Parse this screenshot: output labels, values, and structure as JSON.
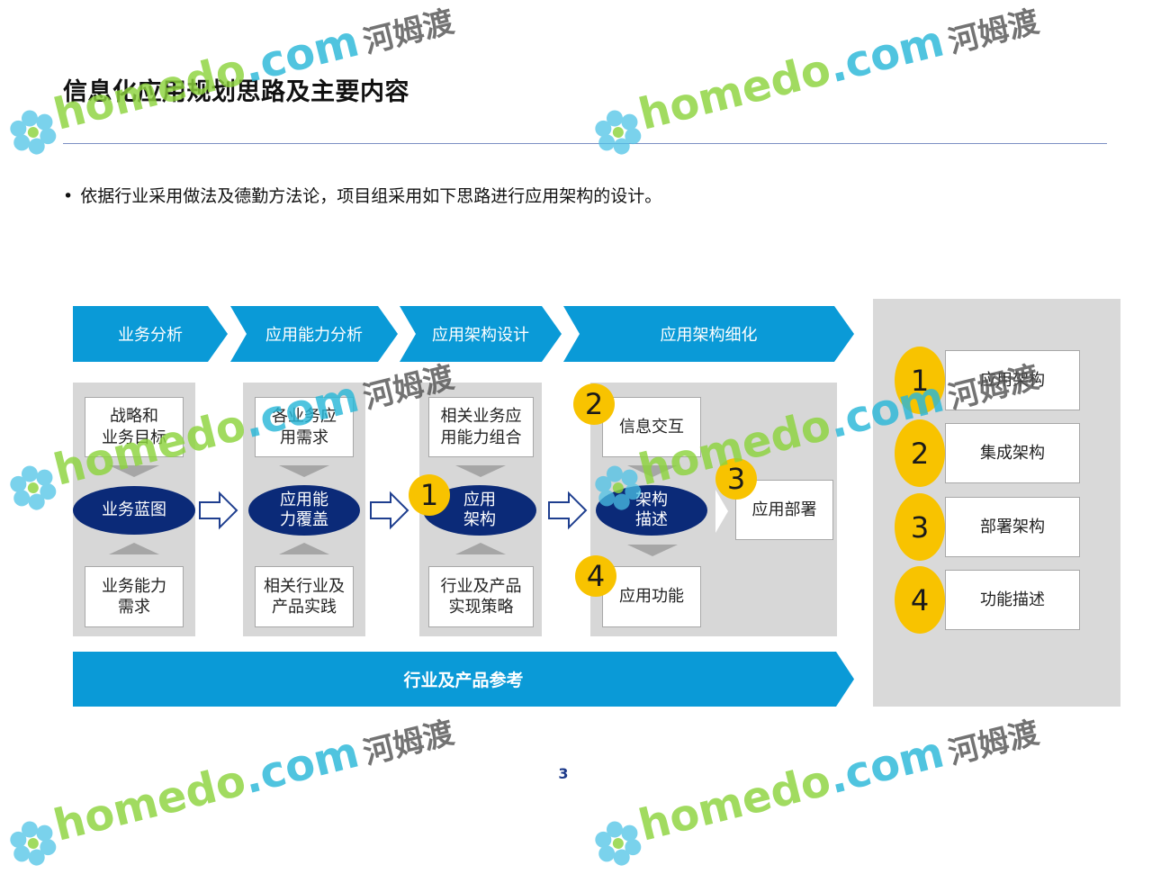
{
  "title": "信息化应用规划思路及主要内容",
  "bullet": {
    "dot": "•",
    "text": "依据行业采用做法及德勤方法论，项目组采用如下思路进行应用架构的设计。"
  },
  "phases": [
    "业务分析",
    "应用能力分析",
    "应用架构设计",
    "应用架构细化"
  ],
  "columns": [
    {
      "top": "战略和\n业务目标",
      "oval": "业务蓝图",
      "bottom": "业务能力\n需求"
    },
    {
      "top": "各业务应\n用需求",
      "oval": "应用能\n力覆盖",
      "bottom": "相关行业及\n产品实践"
    },
    {
      "top": "相关业务应\n用能力组合",
      "oval": "应用\n架构",
      "bottom": "行业及产品\n实现策略",
      "badge": "1"
    }
  ],
  "detail": {
    "top": "信息交互",
    "top_badge": "2",
    "oval": "架构\n描述",
    "right": "应用部署",
    "right_badge": "3",
    "bottom": "应用功能",
    "bottom_badge": "4"
  },
  "bottom_banner": "行业及产品参考",
  "right_list": [
    {
      "num": "1",
      "label": "应用架构"
    },
    {
      "num": "2",
      "label": "集成架构"
    },
    {
      "num": "3",
      "label": "部署架构"
    },
    {
      "num": "4",
      "label": "功能描述"
    }
  ],
  "page_number": "3",
  "watermark": {
    "part1": "home",
    "part2": "do",
    "part3": ".com",
    "chinese": "河姆渡"
  },
  "colors": {
    "banner": "#0a9ad7",
    "oval": "#0b2a78",
    "badge": "#f8c300",
    "panel": "#d7d7d7"
  }
}
